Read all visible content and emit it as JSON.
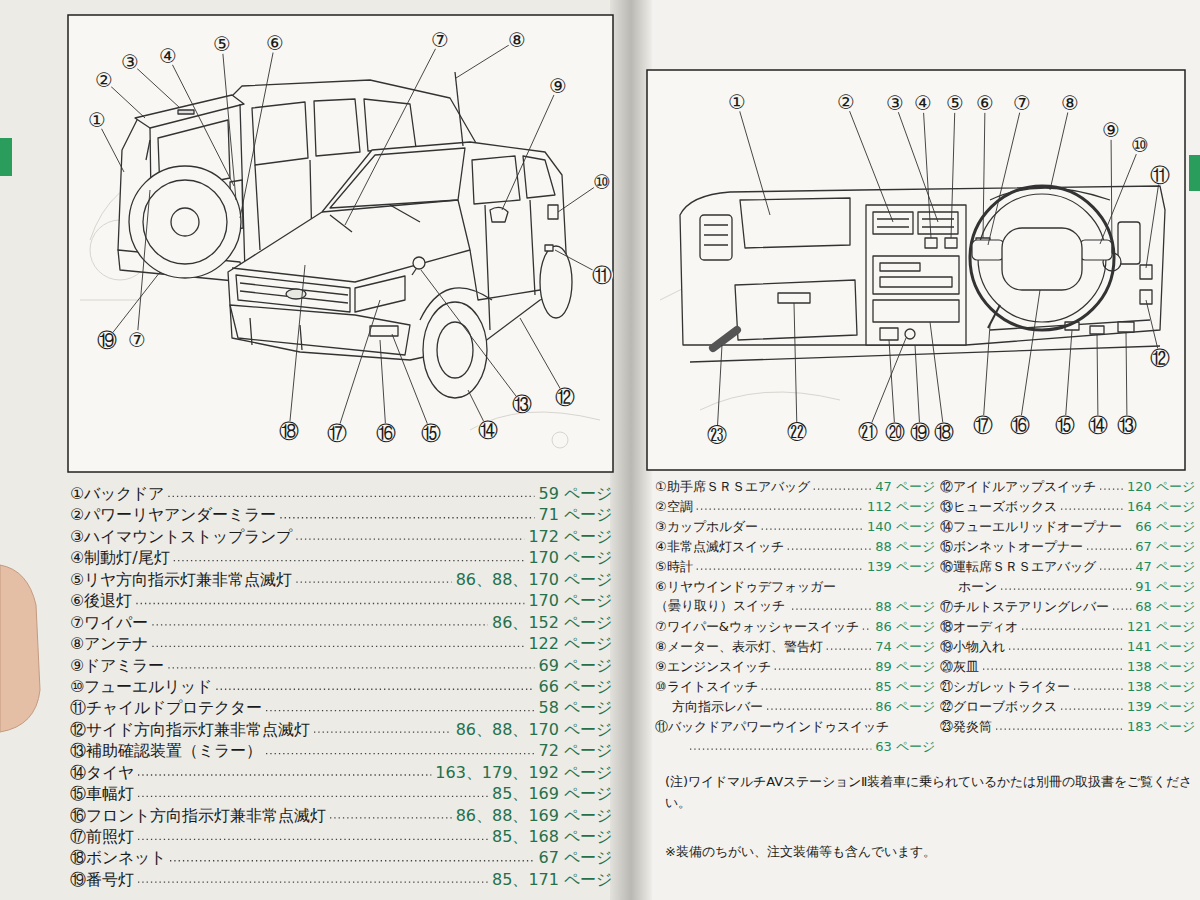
{
  "diagram": {
    "labels": [
      "①",
      "②",
      "③",
      "④",
      "⑤",
      "⑥",
      "⑦",
      "⑧",
      "⑨",
      "⑩",
      "⑪",
      "⑫",
      "⑬",
      "⑭",
      "⑮",
      "⑯",
      "⑰",
      "⑱",
      "⑲",
      "⑦",
      "①",
      "②",
      "③",
      "④",
      "⑤",
      "⑥",
      "⑦",
      "⑧",
      "⑨",
      "⑩",
      "⑪",
      "⑫",
      "⑬",
      "⑭",
      "⑮",
      "⑯",
      "⑰",
      "⑱",
      "⑲",
      "⑳",
      "㉑",
      "㉒",
      "㉓",
      "①バックドア",
      "59 ページ",
      "②パワーリヤアンダーミラー",
      "71 ページ",
      "③ハイマウントストップランプ",
      "172 ページ",
      "④制動灯/尾灯",
      "170 ページ",
      "⑤リヤ方向指示灯兼非常点滅灯",
      "86、88、170 ページ",
      "⑥後退灯",
      "170 ページ",
      "⑦ワイパー",
      "86、152 ページ",
      "⑧アンテナ",
      "122 ページ",
      "⑨ドアミラー",
      "69 ページ",
      "⑩フューエルリッド",
      "66 ページ",
      "⑪チャイルドプロテクター",
      "58 ページ",
      "⑫サイド方向指示灯兼非常点滅灯",
      "86、88、170 ページ",
      "⑬補助確認装置（ミラー）",
      "72 ページ",
      "⑭タイヤ",
      "163、179、192 ページ",
      "⑮車幅灯",
      "85、169 ページ",
      "⑯フロント方向指示灯兼非常点滅灯",
      "86、88、169 ページ",
      "⑰前照灯",
      "85、168 ページ",
      "⑱ボンネット",
      "67 ページ",
      "⑲番号灯",
      "85、171 ページ",
      "①助手席ＳＲＳエアバッグ",
      "47 ページ",
      "②空調",
      "112 ページ",
      "③カップホルダー",
      "140 ページ",
      "④非常点滅灯スイッチ",
      "88 ページ",
      "⑤時計",
      "139 ページ",
      "⑥リヤウインドゥデフォッガー （曇り取り）スイッチ",
      "88 ページ",
      "⑦ワイパー&ウォッシャースイッチ",
      "86 ページ",
      "⑧メーター、表示灯、警告灯",
      "74 ページ",
      "⑨エンジンスイッチ",
      "89 ページ",
      "⑩ライトスイッチ",
      "85 ページ",
      "方向指示レバー",
      "86 ページ",
      "⑪バックドアパワーウインドゥスイッチ",
      "63 ページ",
      "⑫アイドルアップスイッチ",
      "120 ページ",
      "⑬ヒューズボックス",
      "164 ページ",
      "⑭フューエルリッドオープナー",
      "66 ページ",
      "⑮ボンネットオープナー",
      "67 ページ",
      "⑯運転席ＳＲＳエアバッグ",
      "47 ページ",
      "ホーン",
      "91 ページ",
      "⑰チルトステアリングレバー",
      "68 ページ",
      "⑱オーディオ",
      "121 ページ",
      "⑲小物入れ",
      "141 ページ",
      "⑳灰皿",
      "138 ページ",
      "㉑シガレットライター",
      "138 ページ",
      "㉒グローブボックス",
      "139 ページ",
      "㉓発炎筒",
      "183 ページ",
      "(注)ワイドマルチAVステーションⅡ装着車に乗られているかたは別冊の取扱書をご覧ください。",
      "※装備のちがい、注文装備等も含んでいます。"
    ]
  }
}
